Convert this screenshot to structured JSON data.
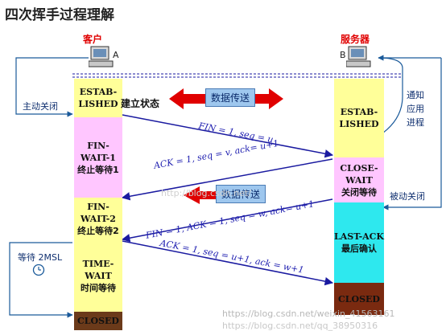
{
  "title": "四次挥手过程理解",
  "client": {
    "name": "客户",
    "label": "A"
  },
  "server": {
    "name": "服务器",
    "label": "B"
  },
  "client_states": [
    {
      "name": "ESTAB-\nLISHED",
      "desc": "建立状态"
    },
    {
      "name": "FIN-WAIT-1",
      "desc": "终止等待1"
    },
    {
      "name": "FIN-WAIT-2",
      "desc": "终止等待2"
    },
    {
      "name": "TIME-WAIT",
      "desc": "时间等待"
    },
    {
      "name": "CLOSED",
      "desc": ""
    }
  ],
  "server_states": [
    {
      "name": "ESTAB-\nLISHED",
      "desc": ""
    },
    {
      "name": "CLOSE-WAIT",
      "desc": "关闭等待"
    },
    {
      "name": "LAST-ACK",
      "desc": "最后确认"
    },
    {
      "name": "CLOSED",
      "desc": ""
    }
  ],
  "notes": {
    "active_close": "主动关闭",
    "passive_close": "被动关闭",
    "notify_app": "通知\n应用\n进程",
    "wait_2msl": "等待 2MSL"
  },
  "transfer_labels": [
    "数据传送",
    "数据传送"
  ],
  "messages": [
    "FIN = 1, seq = u",
    "ACK = 1, seq = v, ack= u+1",
    "FIN = 1, ACK = 1, seq = w, ack= u+1",
    "ACK = 1, seq = u+1, ack = w+1"
  ],
  "watermarks": [
    "https://blog.csdn.net/weixin_41563161",
    "http://blog.csdn.net/",
    "https://blog.csdn.net/qq_38950316"
  ],
  "colors": {
    "estab": "#ffff99",
    "fin_wait1": "#ffc6ff",
    "fin_wait2": "#ffff99",
    "time_wait": "#ffff99",
    "closed": "#6b3a1a",
    "close_wait": "#ffc6ff",
    "last_ack": "#2ee8ee",
    "server_closed": "#7a2a10",
    "arrow": "#1a1aa0",
    "transfer_arrow": "#e00000"
  }
}
